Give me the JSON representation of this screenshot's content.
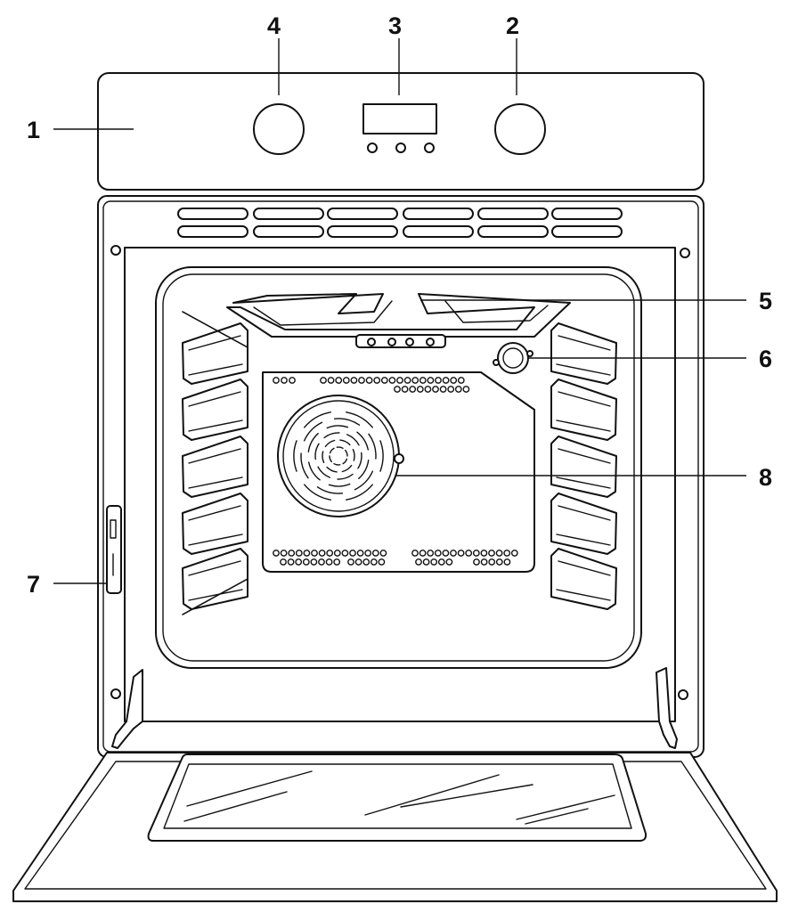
{
  "callouts": [
    {
      "id": "control-panel",
      "label": "1"
    },
    {
      "id": "function-knob",
      "label": "2"
    },
    {
      "id": "display-timer",
      "label": "3"
    },
    {
      "id": "temperature-knob",
      "label": "4"
    },
    {
      "id": "heating-element",
      "label": "5"
    },
    {
      "id": "oven-lamp",
      "label": "6"
    },
    {
      "id": "door-switch",
      "label": "7"
    },
    {
      "id": "fan-cover",
      "label": "8"
    }
  ],
  "colors": {
    "line": "#111111",
    "background": "#ffffff"
  }
}
